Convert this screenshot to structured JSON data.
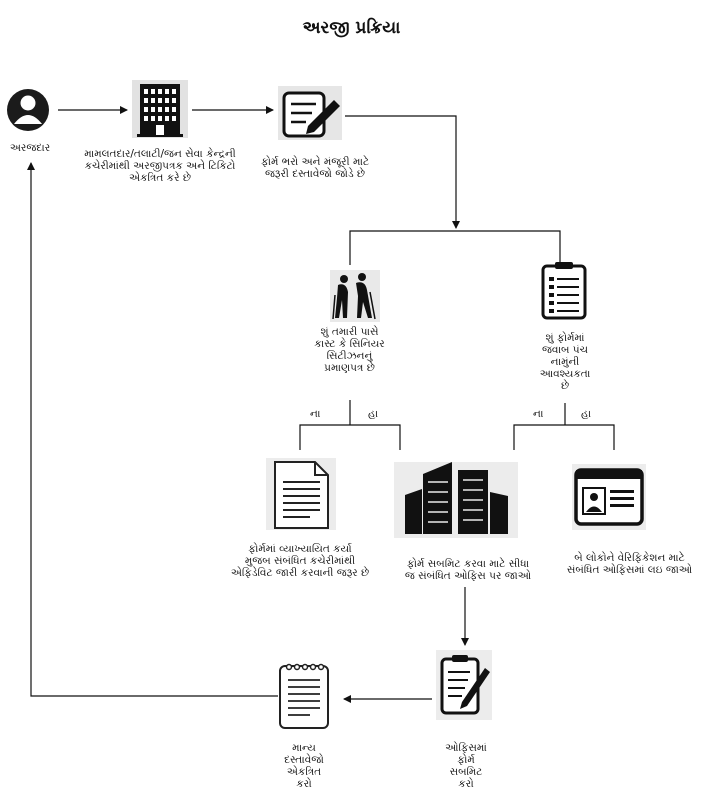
{
  "title": "અરજી પ્રક્રિયા",
  "nodes": {
    "applicant": "અરજદાર",
    "collect_at_center": "મામલતદાર/તલાટી/જન સેવા કેન્દ્રની\nકચેરીમાંથી અરજીપત્રક અને ટિકિટો\nએકત્રિત કરે છે",
    "fill_form": "ફોર્મ ભરો અને મંજૂરી માટે\nજરૂરી દસ્તાવેજો જોડે છે",
    "caste_question": "શું તમારી પાસે\nકાસ્ટ કે સિનિયર\nસિટીઝનનું\nપ્રમાણપત્ર છે",
    "panch_question": "શું ફોર્મમાં\nજવાબ પંચ\nનામુંની\nઆવશ્યકતા\nછે",
    "affidavit": "ફોર્મમાં વ્યાખ્યાયિત કર્યા\nમુજબ સંબંધિત કચેરીમાંથી\nએફિડેવિટ જારી કરવાની જરૂર છે",
    "submit_office": "ફોર્મ સબમિટ કરવા માટે સીધા\nજ સંબંધિત ઓફિસ પર જાઓ",
    "verification": "બે લોકોને વેરિફિકેશન માટે\nસંબંધિત ઓફિસમાં લઇ જાઓ",
    "submit_form": "ઓફિસમાં\nફોર્મ\nસબમિટ\nકરો",
    "collect_docs": "માન્ય\nદસ્તાવેજો\nએકત્રિત\nકરો"
  },
  "branches": {
    "caste_no": "ના",
    "caste_yes": "હા",
    "panch_no": "ના",
    "panch_yes": "હા"
  },
  "icons": {
    "applicant": "user-avatar-icon",
    "collect_at_center": "office-building-icon",
    "fill_form": "form-edit-icon",
    "caste_question": "elderly-couple-icon",
    "panch_question": "clipboard-checklist-icon",
    "affidavit": "document-icon",
    "submit_office": "office-towers-icon",
    "verification": "id-card-icon",
    "submit_form": "clipboard-pen-icon",
    "collect_docs": "notepad-icon"
  }
}
